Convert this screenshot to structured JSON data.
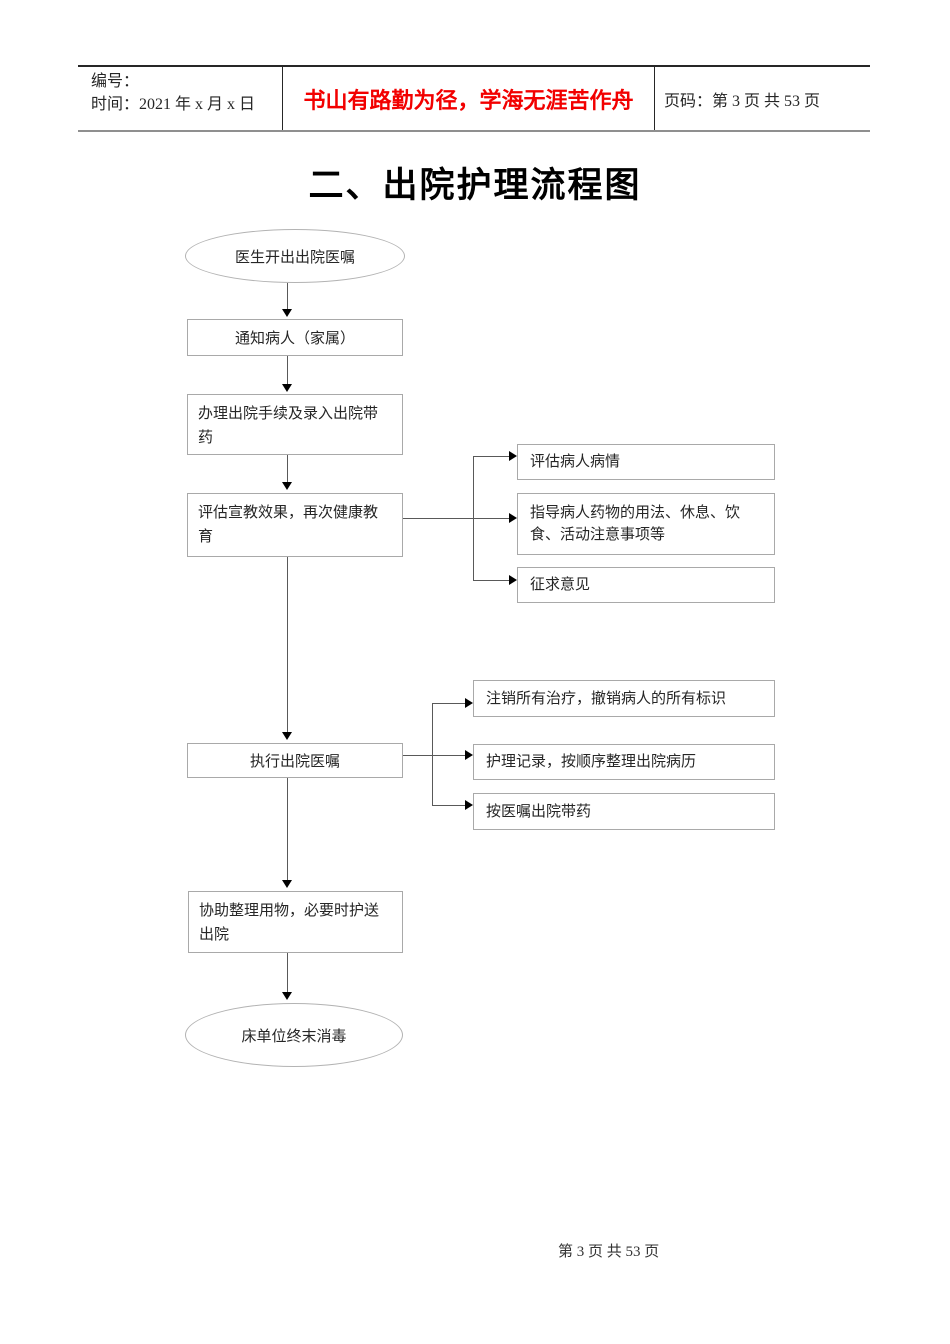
{
  "header": {
    "number_label": "编号：",
    "time_label": "时间：2021 年 x 月 x 日",
    "motto": "书山有路勤为径，学海无涯苦作舟",
    "page_label": "页码：第 3 页  共 53 页"
  },
  "title": "二、出院护理流程图",
  "flowchart": {
    "nodes": [
      {
        "id": "start",
        "shape": "ellipse",
        "label": "医生开出出院医嘱"
      },
      {
        "id": "notify",
        "shape": "rect",
        "label": "通知病人（家属）"
      },
      {
        "id": "procedure",
        "shape": "rect",
        "label": "办理出院手续及录入出院带药"
      },
      {
        "id": "evaluate",
        "shape": "rect",
        "label": "评估宣教效果，再次健康教育"
      },
      {
        "id": "execute",
        "shape": "rect",
        "label": "执行出院医嘱"
      },
      {
        "id": "assist",
        "shape": "rect",
        "label": "协助整理用物，必要时护送出院"
      },
      {
        "id": "end",
        "shape": "ellipse",
        "label": "床单位终末消毒"
      }
    ],
    "evaluate_branches": [
      "评估病人病情",
      "指导病人药物的用法、休息、饮食、活动注意事项等",
      "征求意见"
    ],
    "execute_branches": [
      "注销所有治疗，撤销病人的所有标识",
      "护理记录，按顺序整理出院病历",
      "按医嘱出院带药"
    ]
  },
  "footer": {
    "page_text": "第 3 页 共 53 页"
  },
  "colors": {
    "motto_red": "#f20000",
    "box_border": "#a9a9a9",
    "connector": "#595959",
    "arrow": "#000000",
    "text": "#262626"
  }
}
